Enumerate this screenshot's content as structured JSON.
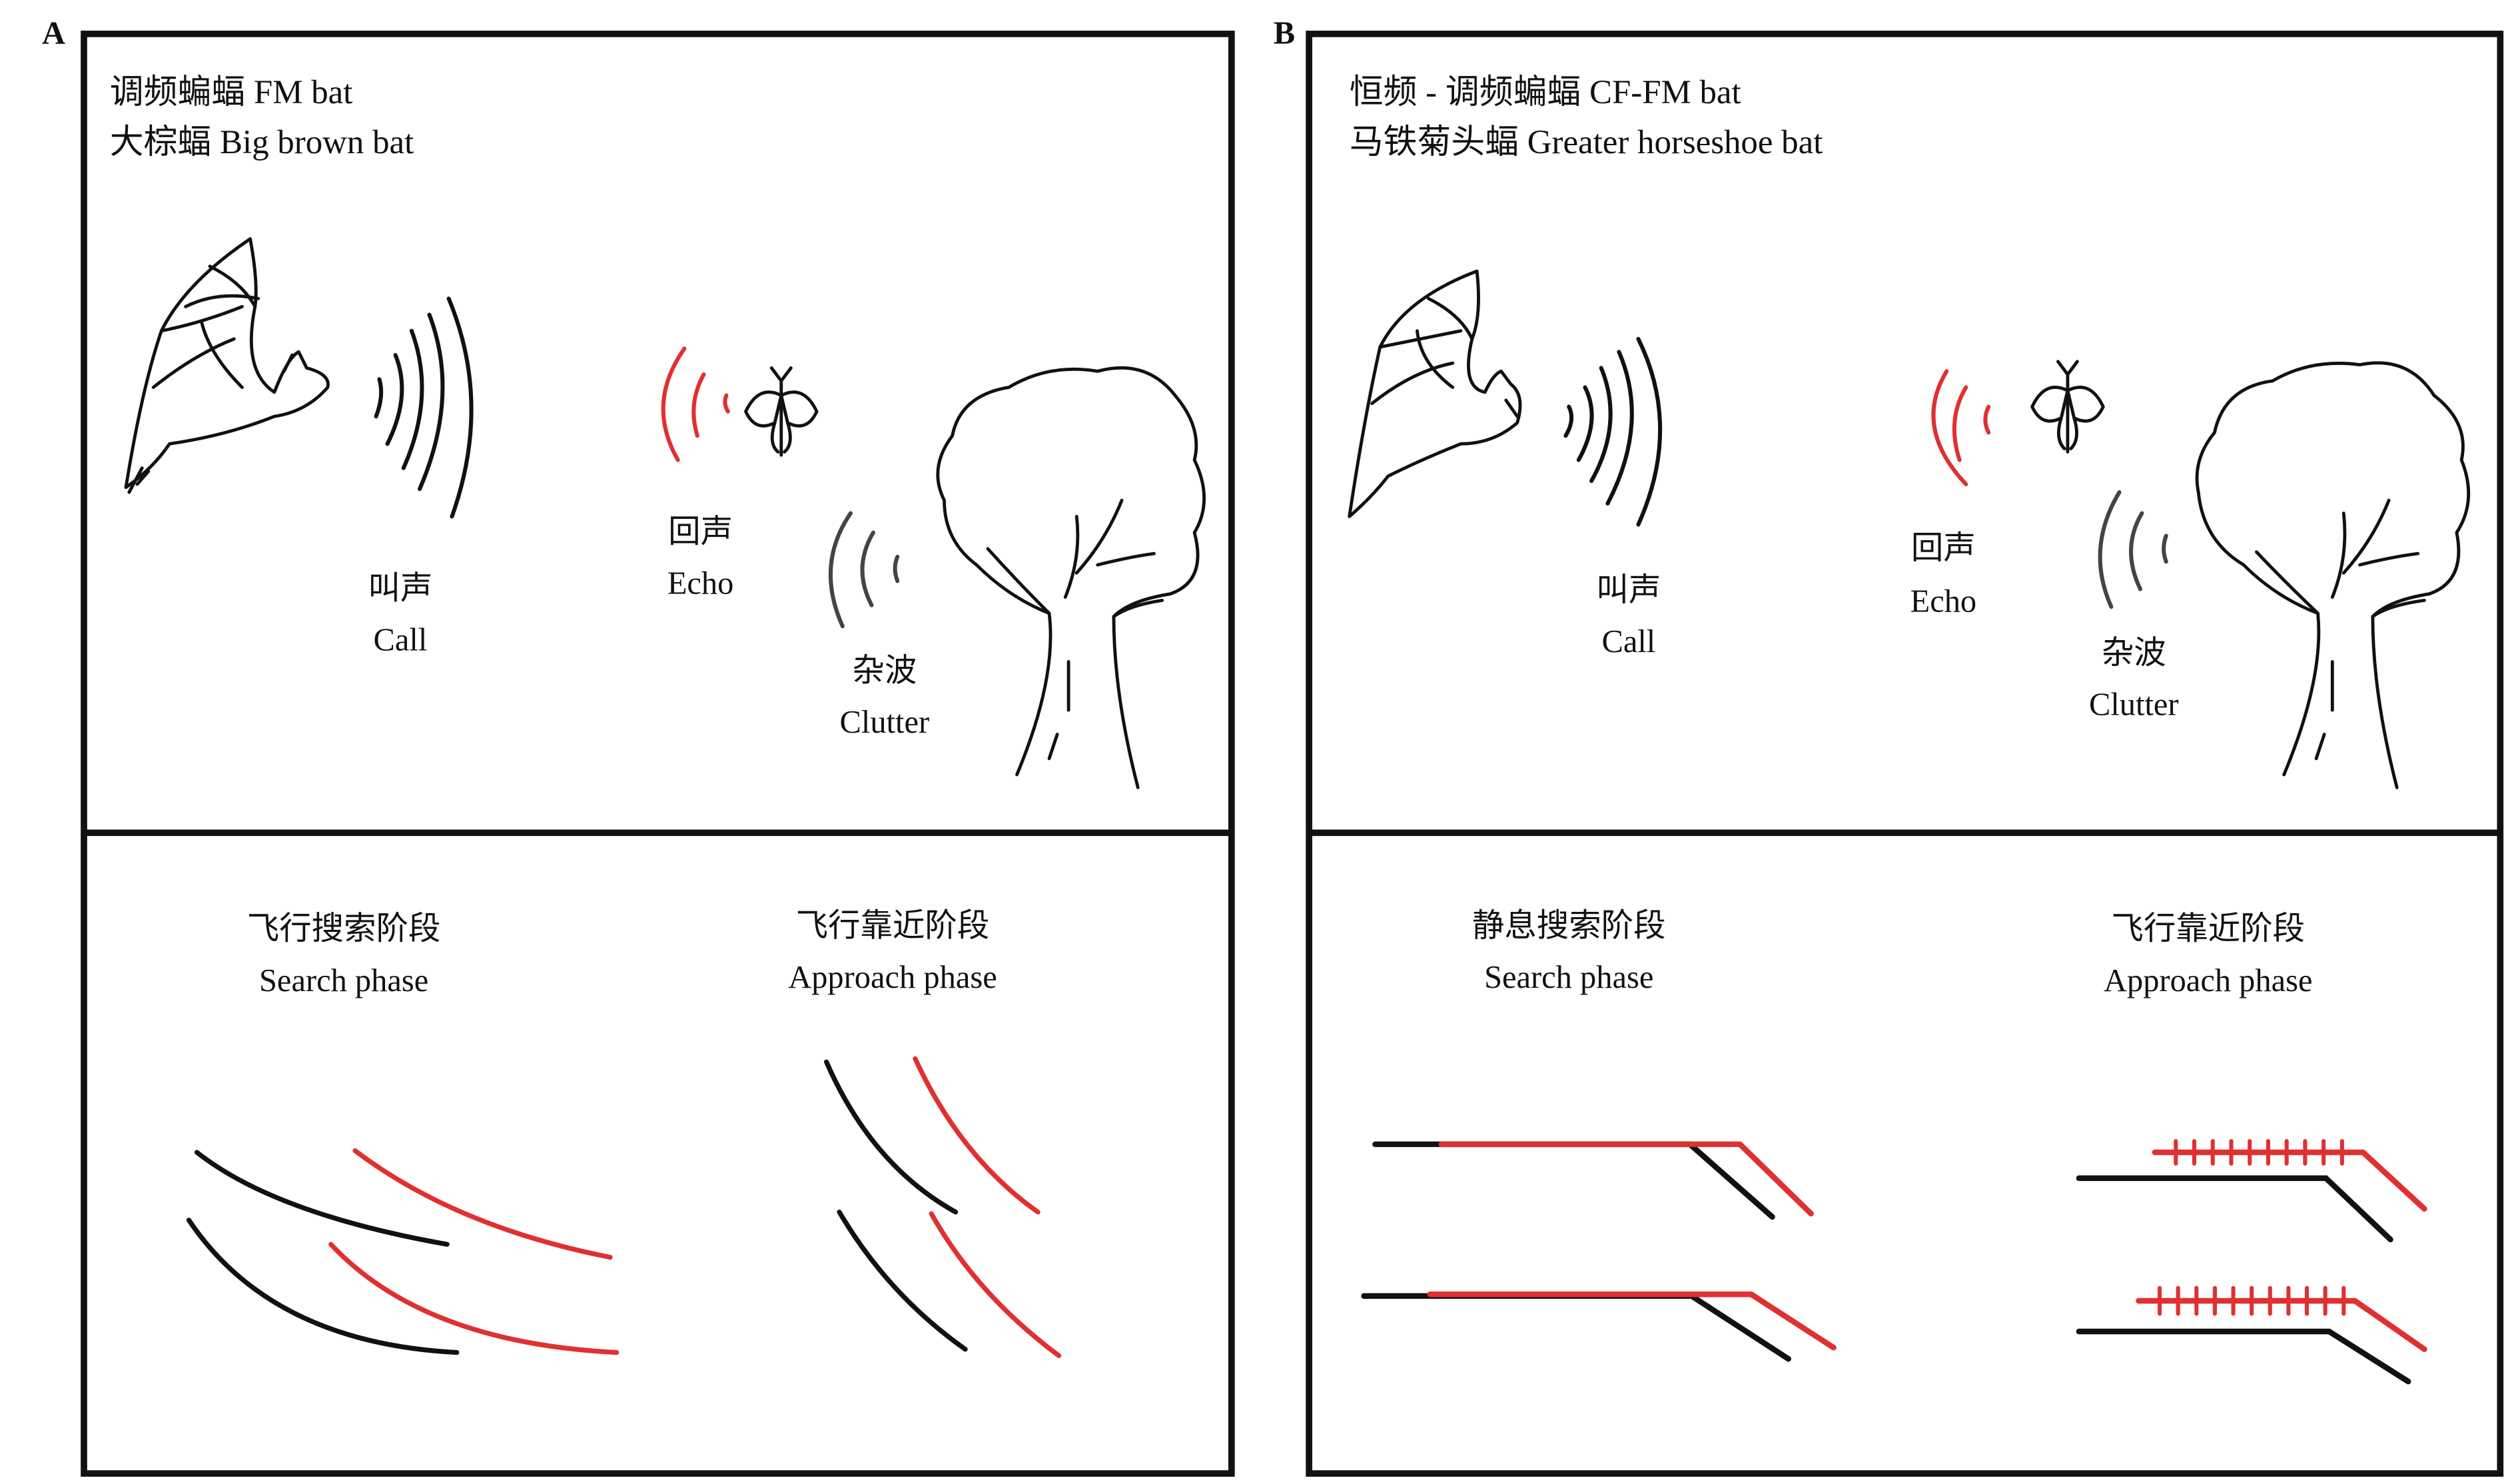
{
  "panel_a": {
    "letter": "A",
    "title_line1": "调频蝙蝠 FM bat",
    "title_line2": "大棕蝠 Big brown bat",
    "call_zh": "叫声",
    "call_en": "Call",
    "echo_zh": "回声",
    "echo_en": "Echo",
    "clutter_zh": "杂波",
    "clutter_en": "Clutter",
    "search_zh": "飞行搜索阶段",
    "search_en": "Search phase",
    "approach_zh": "飞行靠近阶段",
    "approach_en": "Approach phase"
  },
  "panel_b": {
    "letter": "B",
    "title_line1": "恒频 - 调频蝙蝠 CF-FM bat",
    "title_line2": "马铁菊头蝠 Greater horseshoe bat",
    "call_zh": "叫声",
    "call_en": "Call",
    "echo_zh": "回声",
    "echo_en": "Echo",
    "clutter_zh": "杂波",
    "clutter_en": "Clutter",
    "search_zh": "静息搜索阶段",
    "search_en": "Search phase",
    "approach_zh": "飞行靠近阶段",
    "approach_en": "Approach phase"
  },
  "colors": {
    "call": "#111111",
    "echo": "#e03030",
    "clutter": "#444444"
  }
}
